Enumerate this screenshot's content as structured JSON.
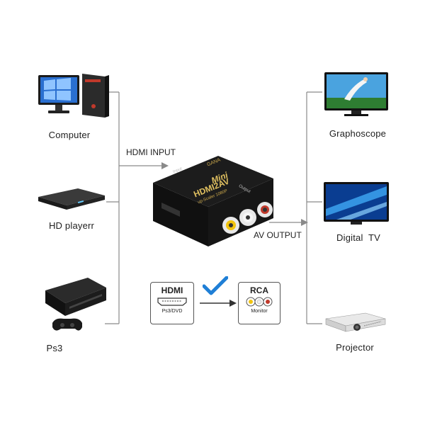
{
  "devices_left": [
    {
      "label": "Computer"
    },
    {
      "label": "HD playerr"
    },
    {
      "label": "Ps3"
    }
  ],
  "devices_right": [
    {
      "label": "Graphoscope"
    },
    {
      "label": "Digital  TV"
    },
    {
      "label": "Projector"
    }
  ],
  "connections": {
    "input_label": "HDMI INPUT",
    "output_label": "AV OUTPUT"
  },
  "adapter": {
    "brand": "GANA",
    "mini": "Mini",
    "model": "HDMI2AV",
    "subtitle": "up-Scaler 1080P",
    "port_input": "Input",
    "port_output": "Output"
  },
  "legend": {
    "hdmi_title": "HDMI",
    "hdmi_sub": "Ps3/DVD",
    "rca_title": "RCA",
    "rca_sub": "Monitor",
    "accent": "#1f7fd6"
  }
}
